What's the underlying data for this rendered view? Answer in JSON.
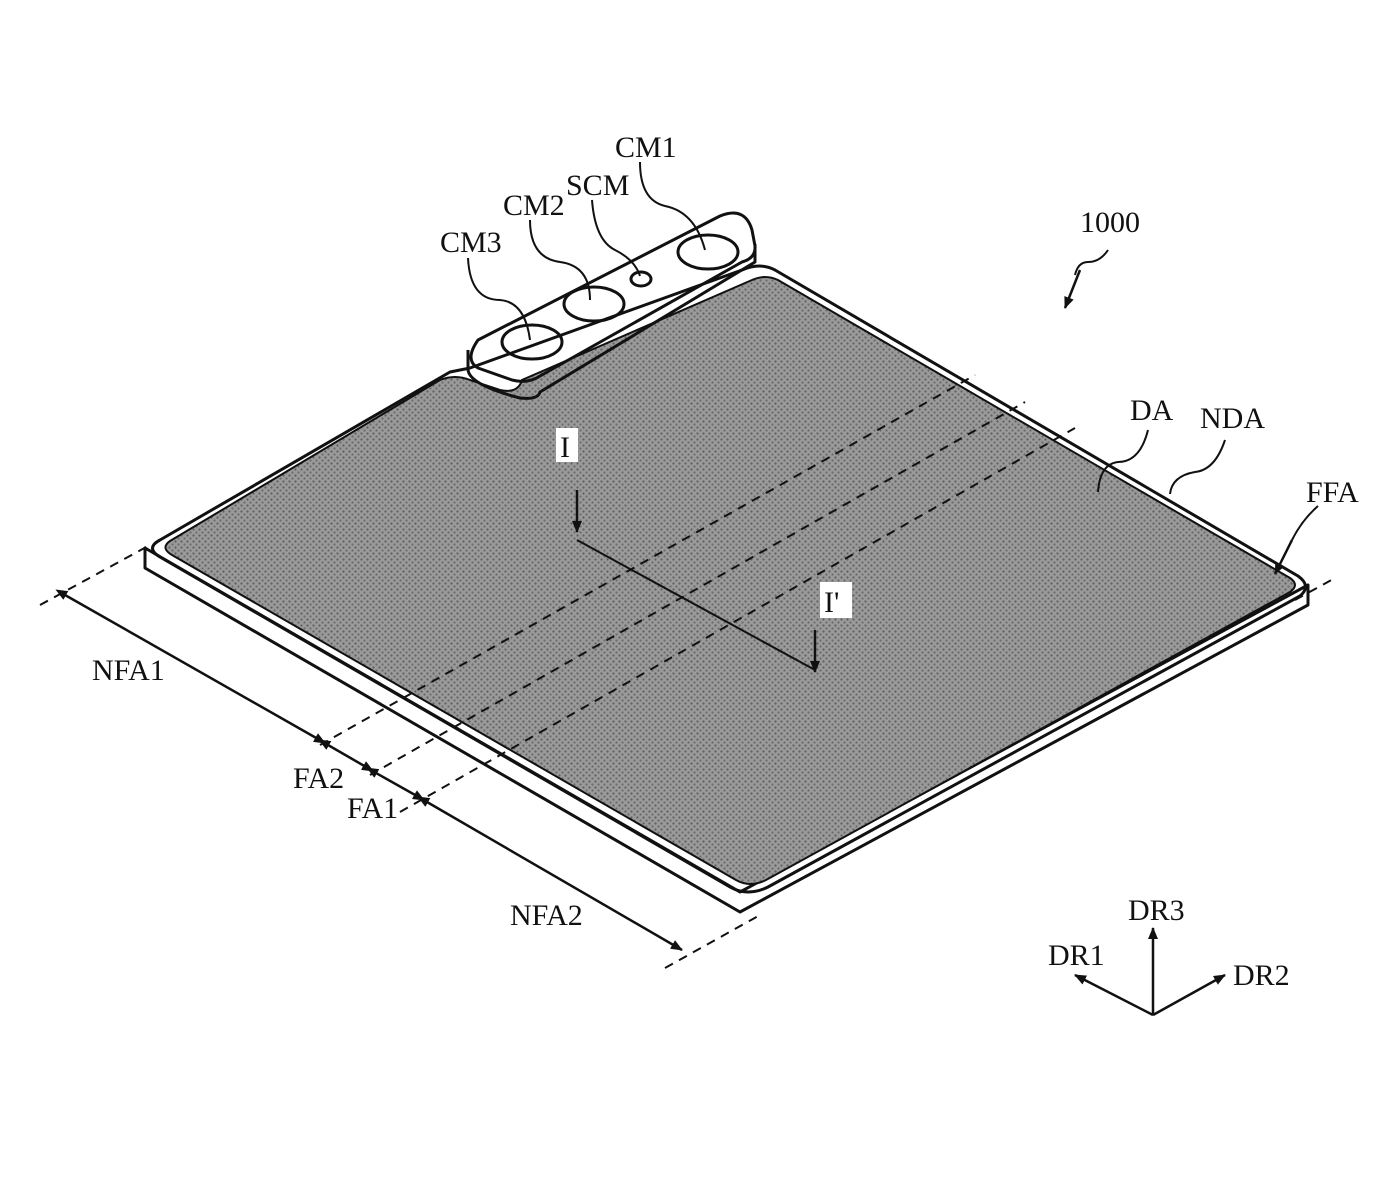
{
  "figure": {
    "reference_number": "1000",
    "labels": {
      "cm1": "CM1",
      "cm2": "CM2",
      "cm3": "CM3",
      "scm": "SCM",
      "da": "DA",
      "nda": "NDA",
      "ffa": "FFA",
      "section_start": "I",
      "section_end": "I'",
      "nfa1": "NFA1",
      "nfa2": "NFA2",
      "fa1": "FA1",
      "fa2": "FA2"
    },
    "axes": {
      "dr1": "DR1",
      "dr2": "DR2",
      "dr3": "DR3"
    }
  },
  "colors": {
    "display_fill": "#8e8e8e",
    "line": "#111111",
    "background": "#ffffff"
  }
}
